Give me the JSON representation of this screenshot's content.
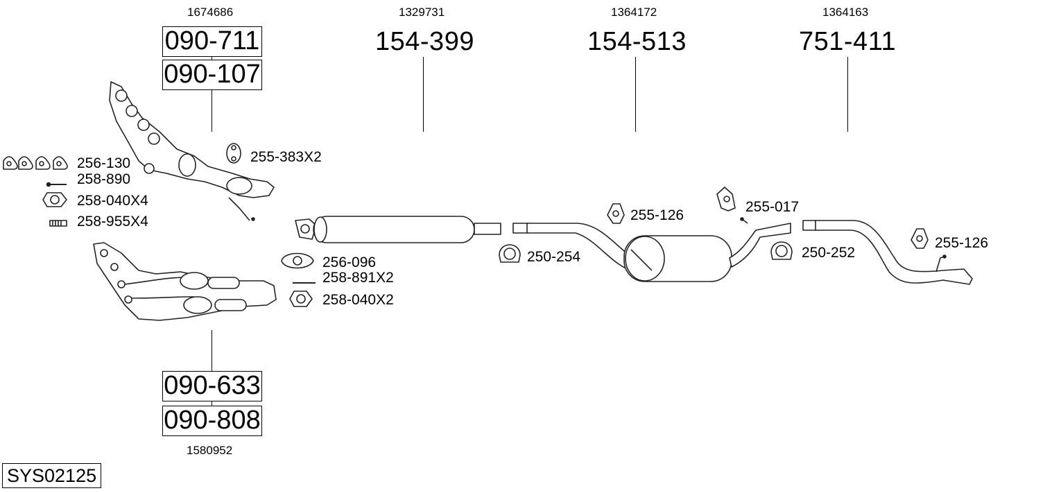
{
  "system_code": "SYS02125",
  "groups": [
    {
      "oem": "1674686",
      "parts": [
        "090-711",
        "090-107"
      ]
    },
    {
      "oem": "1329731",
      "parts": [
        "154-399"
      ]
    },
    {
      "oem": "1364172",
      "parts": [
        "154-513"
      ]
    },
    {
      "oem": "1364163",
      "parts": [
        "751-411"
      ]
    },
    {
      "oem": "1580952",
      "parts": [
        "090-633",
        "090-808"
      ]
    }
  ],
  "accessories": {
    "a1": "255-383X2",
    "a2": "256-130",
    "a3": "258-890",
    "a4": "258-040X4",
    "a5": "258-955X4",
    "a6": "256-096",
    "a7": "258-891X2",
    "a8": "258-040X2",
    "a9": "250-254",
    "a10": "255-126",
    "a11": "255-017",
    "a12": "250-252",
    "a13": "255-126"
  }
}
